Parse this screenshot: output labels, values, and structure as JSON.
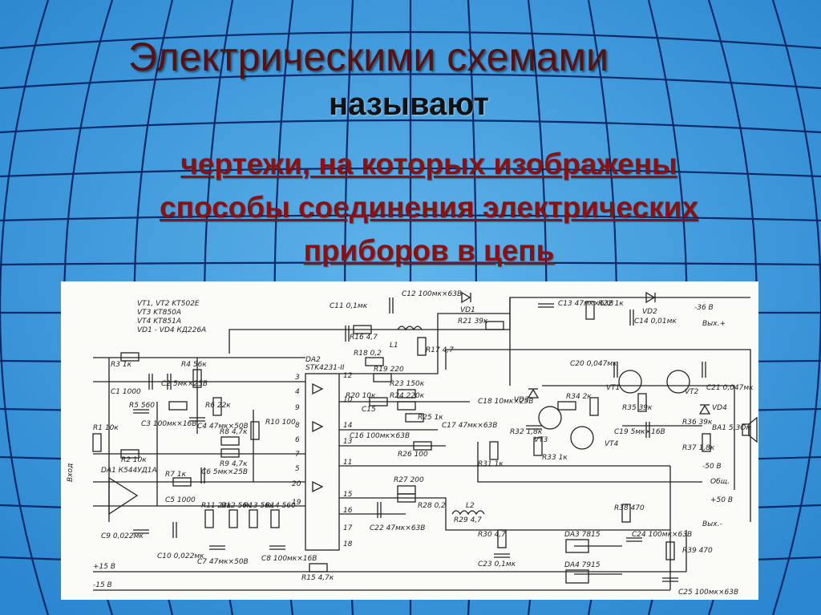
{
  "title": "Электрическими схемами",
  "subtitle": "называют",
  "definition_lines": [
    "чертежи, на которых изображены",
    "способы соединения электрических",
    "приборов в цепь"
  ],
  "schematic": {
    "legend": [
      "VT1, VT2 KT502E",
      "VT3 KT850A",
      "VT4 KT851A",
      "VD1 - VD4 КД226А"
    ],
    "chip_labels": [
      "DA2",
      "STK4231-II"
    ],
    "component_labels": [
      "R3 1к",
      "R4 56к",
      "C1 1000",
      "C2 5мк×25В",
      "R5 560",
      "R6 22к",
      "C3 100мк×16В",
      "C4 47мк×50В",
      "R1 10к",
      "R2 10к",
      "DA1 К544УД1А",
      "R8 4,7к",
      "R9 4,7к",
      "C6 5мк×25В",
      "R7 1к",
      "C5 1000",
      "R10 100",
      "C9 0,022мк",
      "C10 0,022мк",
      "R11 22к",
      "R12 56к",
      "R13 56к",
      "R14 560",
      "C7 47мк×50В",
      "C8 100мк×16В",
      "R15 4,7к",
      "C11 0,1мк",
      "R16 4,7",
      "C12 100мк×63В",
      "R17 4,7",
      "L1",
      "R18 0,2",
      "R19 220",
      "R20 10к",
      "R23 150к",
      "R24 220к",
      "C15",
      "C16 100мк×63В",
      "R25 1к",
      "R26 100",
      "C17 47мк×63В",
      "R27 200",
      "R28 0,2",
      "L2",
      "R29 4,7",
      "C22 47мк×63В",
      "R30 4,7",
      "C23 0,1мк",
      "VD1",
      "R21 39к",
      "C13 47мк×63В",
      "R22 1к",
      "VD2",
      "C14 0,01мк",
      "C18 10мк×25В",
      "VD3",
      "R32 1,8к",
      "R34 2к",
      "VT3",
      "R31 1к",
      "R33 1к",
      "C20 0,047мк",
      "VT1",
      "R35 39к",
      "C19 5мк×16В",
      "VT4",
      "VT2",
      "C21 0,047мк",
      "VD4",
      "R36 39к",
      "BA1 5,3Ом",
      "R37 1,8к",
      "R38 470",
      "DA3 7815",
      "C24 100мк×63В",
      "R39 470",
      "DA4 7915",
      "C25 100мк×63В"
    ],
    "pin_numbers": [
      "3",
      "4",
      "9",
      "8",
      "6",
      "7",
      "5",
      "20",
      "19",
      "12",
      "10",
      "14",
      "13",
      "11",
      "15",
      "16",
      "17",
      "18"
    ],
    "terminals": [
      "Вход",
      "+15 В",
      "-15 В",
      "-36 В",
      "Вых.+",
      "-50 В",
      "Общ.",
      "+50 В",
      "Вых.-"
    ]
  }
}
